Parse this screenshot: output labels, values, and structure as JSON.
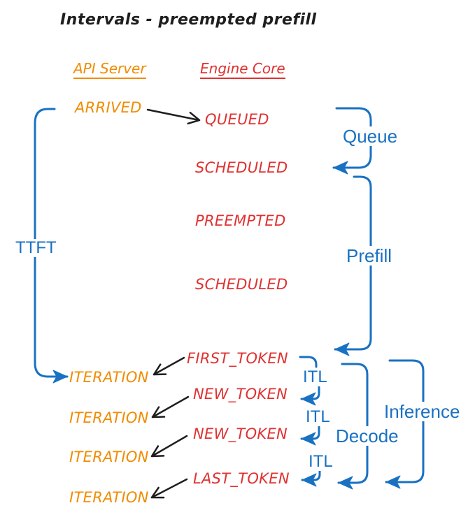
{
  "title": "Intervals - preempted prefill",
  "colors": {
    "api_server": "#f08c00",
    "engine_core": "#e03131",
    "intervals": "#1971c2",
    "arrows": "#1e1e1e",
    "background": "#ffffff"
  },
  "columns": {
    "api_server_header": "API Server",
    "engine_core_header": "Engine Core"
  },
  "api_server_events": [
    {
      "label": "ARRIVED"
    },
    {
      "label": "ITERATION"
    },
    {
      "label": "ITERATION"
    },
    {
      "label": "ITERATION"
    },
    {
      "label": "ITERATION"
    }
  ],
  "engine_core_events": [
    {
      "label": "QUEUED"
    },
    {
      "label": "SCHEDULED"
    },
    {
      "label": "PREEMPTED"
    },
    {
      "label": "SCHEDULED"
    },
    {
      "label": "FIRST_TOKEN"
    },
    {
      "label": "NEW_TOKEN"
    },
    {
      "label": "NEW_TOKEN"
    },
    {
      "label": "LAST_TOKEN"
    }
  ],
  "intervals": {
    "ttft": "TTFT",
    "queue": "Queue",
    "prefill": "Prefill",
    "itl_1": "ITL",
    "itl_2": "ITL",
    "itl_3": "ITL",
    "decode": "Decode",
    "inference": "Inference"
  }
}
